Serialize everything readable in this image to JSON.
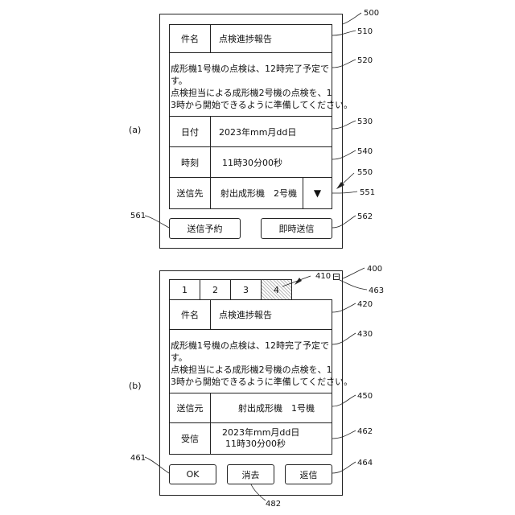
{
  "a": {
    "fig_label": "(a)",
    "ref_screen": "500",
    "subject_label": "件名",
    "subject_value": "点検進捗報告",
    "ref_subject": "510",
    "body_lines": [
      "成形機1号機の点検は、12時完了予定で",
      "す。",
      "点検担当による成形機2号機の点検を、1",
      "3時から開始できるように準備してください。"
    ],
    "ref_body": "520",
    "date_label": "日付",
    "date_value": "2023年mm月dd日",
    "ref_date": "530",
    "time_label": "時刻",
    "time_value": "11時30分00秒",
    "ref_time": "540",
    "dest_label": "送信先",
    "dest_value": "射出成形機　2号機",
    "dropdown_glyph": "▼",
    "ref_dropdown": "550",
    "ref_dest": "551",
    "btn_schedule": "送信予約",
    "ref_schedule": "561",
    "btn_send_now": "即時送信",
    "ref_send_now": "562"
  },
  "b": {
    "fig_label": "(b)",
    "ref_screen": "400",
    "ref_tabs": "410",
    "ref_close": "463",
    "tabs": [
      "1",
      "2",
      "3",
      "4"
    ],
    "subject_label": "件名",
    "subject_value": "点検進捗報告",
    "ref_subject": "420",
    "body_lines": [
      "成形機1号機の点検は、12時完了予定で",
      "す。",
      "点検担当による成形機2号機の点検を、1",
      "3時から開始できるように準備してください。"
    ],
    "ref_body": "430",
    "sender_label": "送信元",
    "sender_value": "射出成形機　1号機",
    "ref_sender": "450",
    "recv_label": "受信",
    "recv_date": "2023年mm月dd日",
    "recv_time": "11時30分00秒",
    "ref_recv": "462",
    "btn_ok": "OK",
    "ref_ok": "461",
    "btn_delete": "消去",
    "ref_delete": "482",
    "btn_reply": "返信",
    "ref_reply": "464"
  }
}
